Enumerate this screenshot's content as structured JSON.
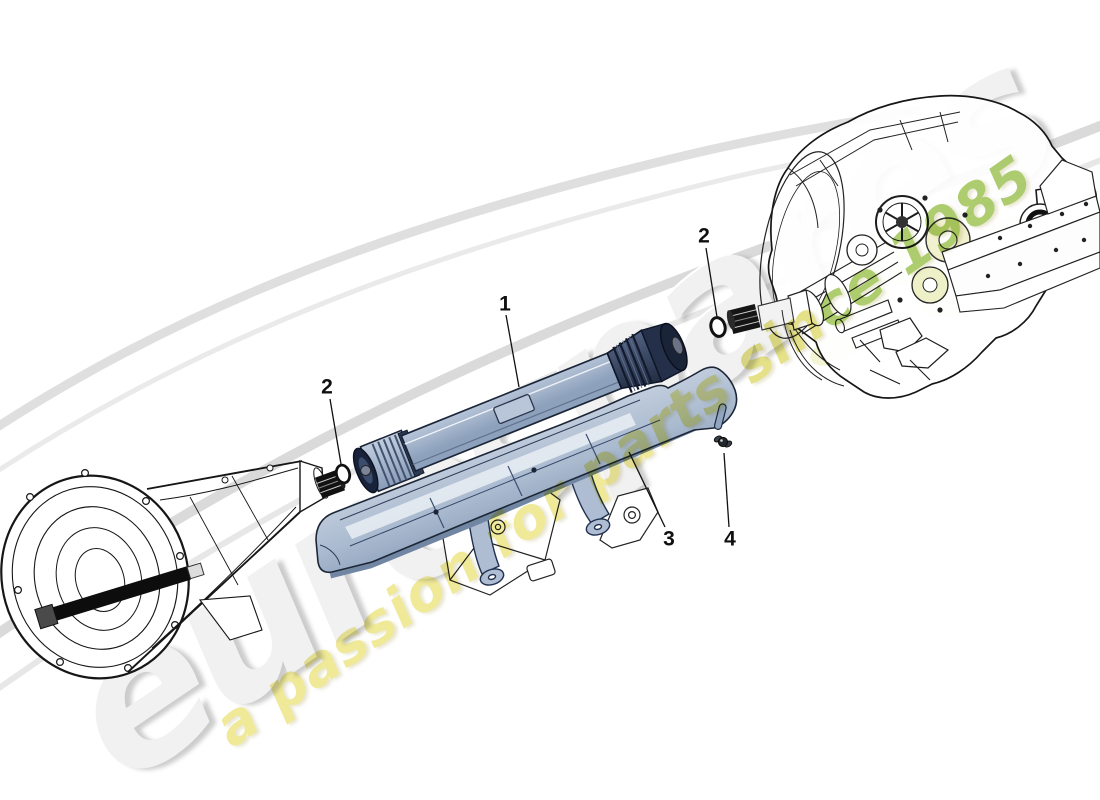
{
  "diagram": {
    "callouts": [
      {
        "label": "1"
      },
      {
        "label": "2"
      },
      {
        "label": "2"
      },
      {
        "label": "3"
      },
      {
        "label": "4"
      }
    ]
  },
  "watermark": {
    "brand": "eurospares",
    "tagline_segments": [
      {
        "text": "a passion for parts "
      },
      {
        "text": "sin"
      },
      {
        "text": "ce 1985"
      }
    ],
    "colors": {
      "brand_gray": "#f1f1f1",
      "swoosh_gray": "#dadada",
      "tagline_yellow": "#ece586",
      "tagline_yellow_green": "#dfdc74",
      "tagline_green": "#a0c455"
    }
  },
  "artwork_colors": {
    "line_black": "#1a1a1a",
    "part_blue_light": "#cdd8e6",
    "part_blue_mid": "#9db0c8",
    "part_blue_dark": "#6c80a0",
    "part_navy": "#232e44",
    "highlight_yellow": "#f0f1c6"
  }
}
